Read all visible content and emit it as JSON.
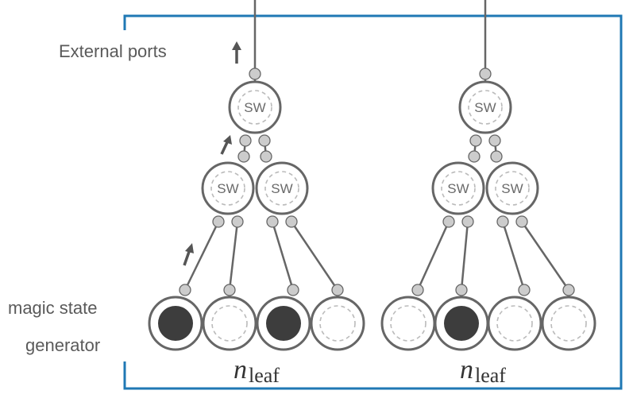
{
  "labels": {
    "external_ports": "External ports",
    "magic_state_line1": "magic state",
    "magic_state_line2": "generator",
    "n_symbol": "n",
    "n_subscript": "leaf",
    "switch": "SW"
  },
  "trees": [
    {
      "leaves": [
        true,
        false,
        true,
        false
      ]
    },
    {
      "leaves": [
        false,
        true,
        false,
        false
      ]
    }
  ],
  "colors": {
    "border": "#1f78b4",
    "stroke": "#666666",
    "port_fill": "#cccccc",
    "inner_dash": "#bbbbbb",
    "filled_generator": "#3d3d3d",
    "arrow": "#555555"
  },
  "icons": [
    "up-arrow-icon"
  ]
}
